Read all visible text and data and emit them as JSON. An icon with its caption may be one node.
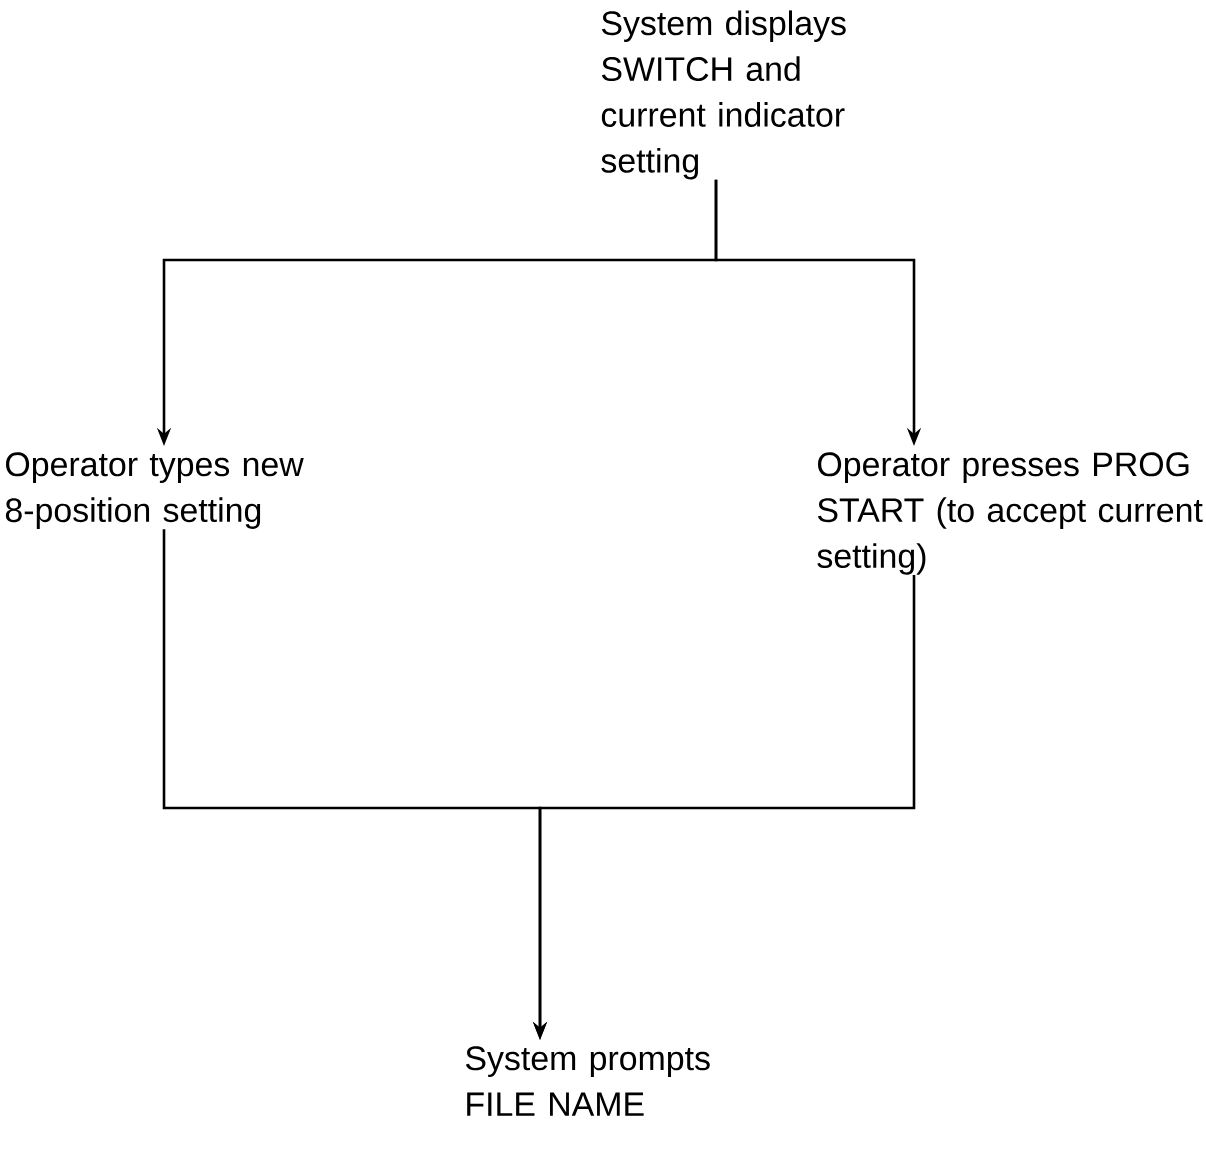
{
  "diagram": {
    "nodes": [
      {
        "text": [
          "System displays SWITCH and current indicator setting"
        ]
      },
      {
        "text": [
          "Operator types new 8-position setting"
        ]
      },
      {
        "text": [
          "Operator presses PROG START (to accept current setting)"
        ]
      },
      {
        "text": [
          "System prompts FILE NAME"
        ]
      }
    ],
    "edges": [
      {
        "from": 0,
        "to": 1,
        "arrow": "to"
      },
      {
        "from": 0,
        "to": 2,
        "arrow": "to"
      },
      {
        "from": 1,
        "to": 3,
        "arrow": "to"
      },
      {
        "from": 2,
        "to": 3,
        "arrow": "to"
      }
    ]
  }
}
